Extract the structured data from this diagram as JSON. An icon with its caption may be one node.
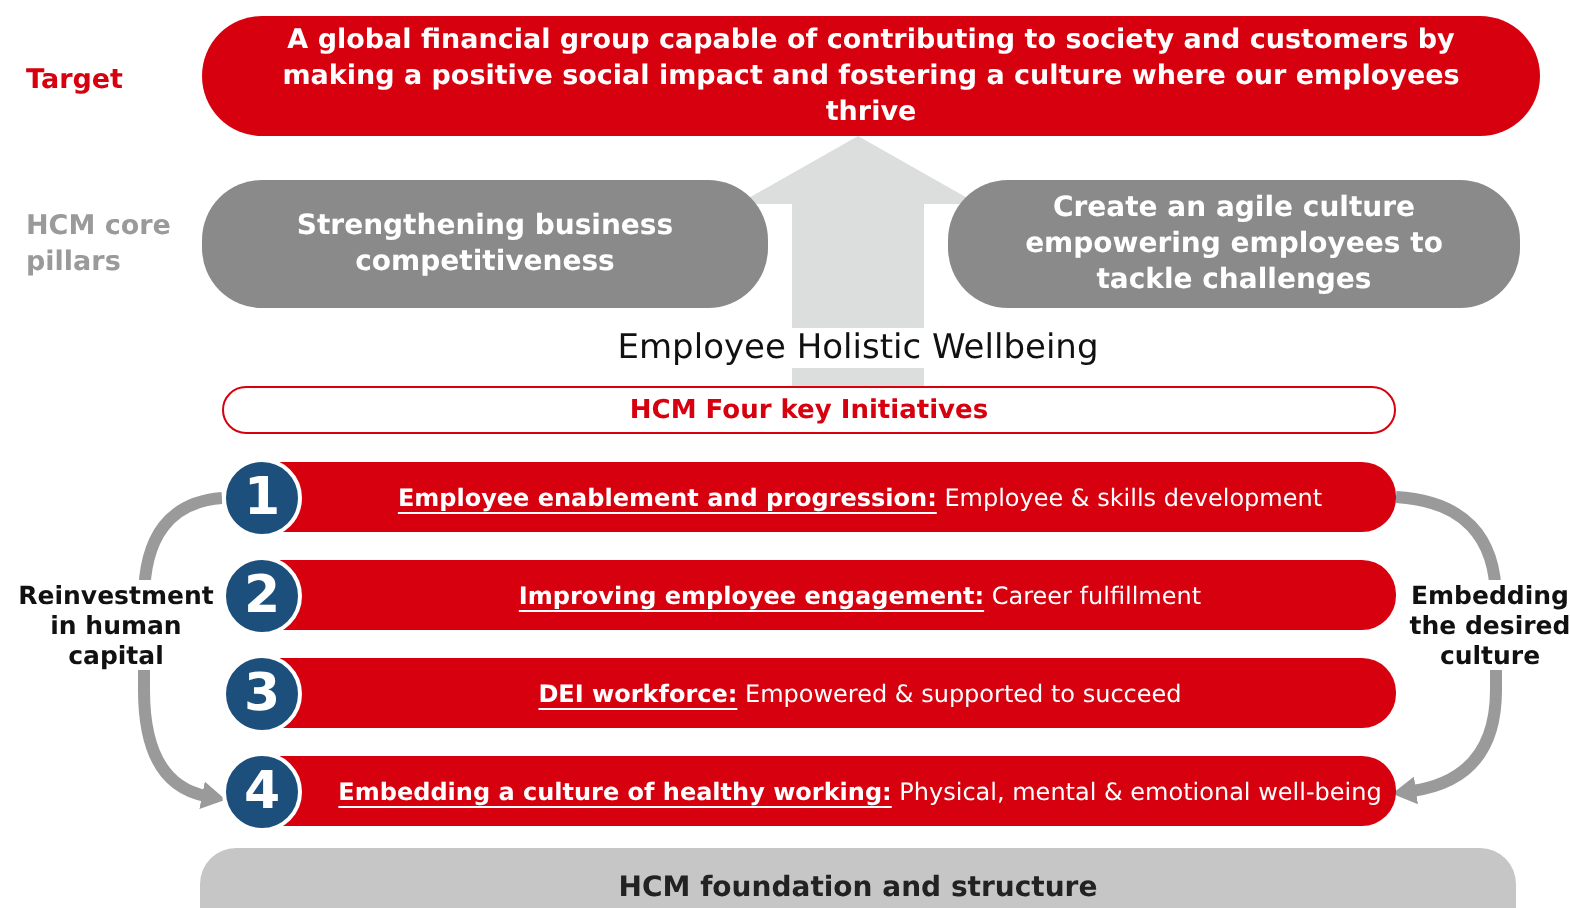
{
  "diagram": {
    "nodes": [
      {
        "text": [
          "A global financial group capable of contributing to society and customers by making a positive social impact and fostering a culture where our employees thrive"
        ]
      },
      {
        "text": [
          "Strengthening business competitiveness"
        ]
      },
      {
        "text": [
          "Create an agile culture empowering employees to tackle challenges"
        ]
      },
      {
        "text": [
          "HCM Four key Initiatives"
        ]
      },
      {
        "text": [
          "1"
        ]
      },
      {
        "text": [
          "**Employee enablement and progression:** Employee & skills development"
        ]
      },
      {
        "text": [
          "2"
        ]
      },
      {
        "text": [
          "**Improving employee engagement:** Career fulfillment"
        ]
      },
      {
        "text": [
          "3"
        ]
      },
      {
        "text": [
          "**DEI workforce:** Empowered & supported to succeed"
        ]
      },
      {
        "text": [
          "4"
        ]
      },
      {
        "text": [
          "**Embedding a culture of healthy working:** Physical, mental & emotional well-being"
        ]
      },
      {
        "text": [
          "HCM foundation and structure"
        ]
      }
    ],
    "edges": [
      {
        "from": 3,
        "to": 0,
        "arrow": "to",
        "label": "Employee Holistic Wellbeing",
        "style": "thick",
        "color": "#dcdedd"
      },
      {
        "from": 4,
        "to": 10,
        "arrow": "to",
        "label": "Reinvestment in human capital"
      },
      {
        "from": 5,
        "to": 11,
        "arrow": "to",
        "label": "Embedding the desired culture"
      }
    ],
    "labels": [
      "Target",
      "HCM core pillars"
    ]
  }
}
